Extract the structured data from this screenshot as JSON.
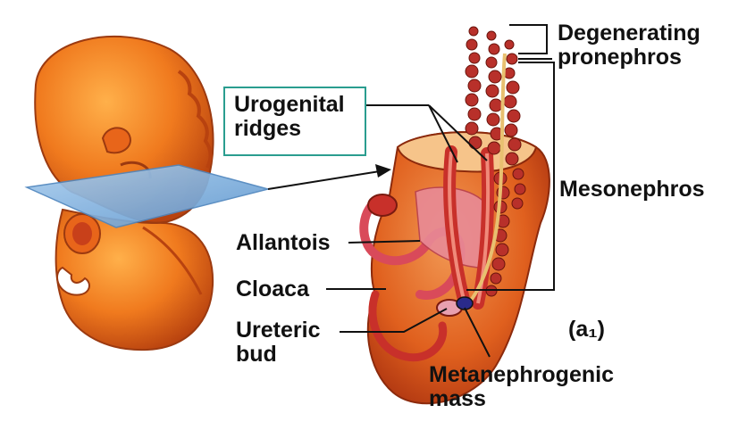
{
  "labels": {
    "degenerating_line1": "Degenerating",
    "degenerating_line2": "pronephros",
    "urogenital_line1": "Urogenital",
    "urogenital_line2": "ridges",
    "mesonephros": "Mesonephros",
    "allantois": "Allantois",
    "cloaca": "Cloaca",
    "ureteric_line1": "Ureteric",
    "ureteric_line2": "bud",
    "metanephrogenic_line1": "Metanephrogenic",
    "metanephrogenic_line2": "mass",
    "panel_id": "(a₁)"
  },
  "colors": {
    "embryo_orange": "#f07a1e",
    "embryo_dark": "#b8420f",
    "tissue_red": "#c8302a",
    "tissue_pink": "#e07a8a",
    "plane_blue": "#7fb0de",
    "box_teal": "#2a9d8f",
    "line": "#111111"
  }
}
